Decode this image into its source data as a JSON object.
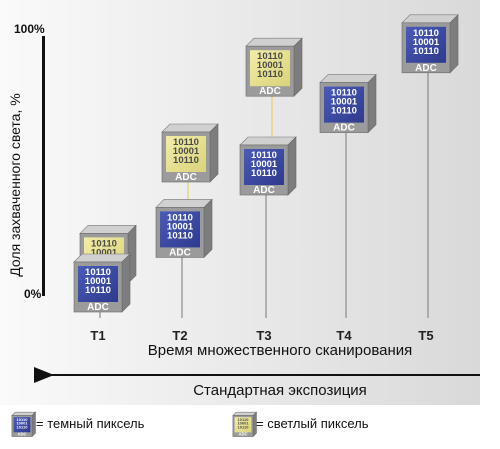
{
  "axis": {
    "y_label": "Доля захваченного света, %",
    "y_top": "100%",
    "y_bottom": "0%",
    "x_label": "Время множественного сканирования",
    "standard_exposure": "Стандартная экспозиция"
  },
  "categories": [
    "T1",
    "T2",
    "T3",
    "T4",
    "T5"
  ],
  "chip": {
    "bits": [
      "10110",
      "10001",
      "10110"
    ],
    "label": "ADC"
  },
  "pixels": [
    {
      "category": "T1",
      "dark_level": 0.05,
      "light_level": 0.16
    },
    {
      "category": "T2",
      "dark_level": 0.26,
      "light_level": 0.55
    },
    {
      "category": "T3",
      "dark_level": 0.5,
      "light_level": 0.88
    },
    {
      "category": "T4",
      "dark_level": 0.74
    },
    {
      "category": "T5",
      "dark_level": 0.97
    }
  ],
  "legend": {
    "dark": "= темный пиксель",
    "light": "= светлый пиксель"
  },
  "colors": {
    "dark_face": "#2e3a8c",
    "dark_face_light": "#4a5bb8",
    "light_face": "#d9d37a",
    "light_face_light": "#f2eda8",
    "frame": "#9b9b9b",
    "frame_light": "#d0d0d0",
    "dark_stem": "#8a8a8a",
    "light_stem": "#e6cf6a"
  }
}
